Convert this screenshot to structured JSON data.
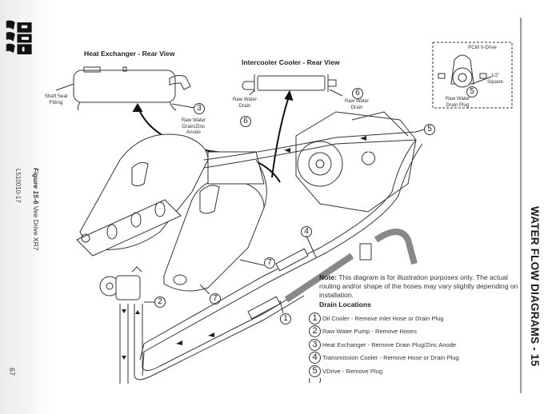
{
  "logo": {
    "text": "PCM"
  },
  "figure": {
    "caption_bold": "Figure 15-6",
    "caption_rest": " Vee Drive XR7",
    "doc_id": "L510010-17"
  },
  "page_number": "67",
  "section_title": "WATER FLOW DIAGRAMS - 15",
  "callouts": {
    "heat_exchanger_title": "Heat Exchanger - Rear View",
    "intercooler_title": "Intercooler Cooler - Rear View",
    "shaft_seal": [
      "Shaft Seal",
      "Fitting"
    ],
    "he_drain": [
      "Raw Water",
      "Drain/Zinc",
      "Anode"
    ],
    "ic_drain_left": [
      "Raw Water",
      "Drain"
    ],
    "ic_drain_right": [
      "Raw Water",
      "Drain"
    ],
    "vdrive_inset_title": "PCM V-Drive",
    "vdrive_square": [
      "1/2\"",
      "Square"
    ],
    "vdrive_plug": [
      "Raw Water",
      "Drain Plug"
    ],
    "numbers": {
      "one": "1",
      "two": "2",
      "three": "3",
      "four": "4",
      "five": "5",
      "six": "6",
      "seven": "7"
    }
  },
  "note": {
    "label": "Note:",
    "text": " This diagram is for illustration purposes only. The actual routing and/or shape of the hoses may vary slightly depending on installation."
  },
  "drain_locations": {
    "title": "Drain Locations",
    "items": [
      {
        "num": "1",
        "text": "Oil Cooler - Remove Inlet Hose or Drain Plug"
      },
      {
        "num": "2",
        "text": "Raw Water Pump - Remove Hoses"
      },
      {
        "num": "3",
        "text": "Heat Exchanger - Remove Drain Plug/Zinc Anode"
      },
      {
        "num": "4",
        "text": "Transmission Cooler - Remove Hose or Drain Plug"
      },
      {
        "num": "5",
        "text": "VDrive - Remove Plug"
      }
    ]
  }
}
